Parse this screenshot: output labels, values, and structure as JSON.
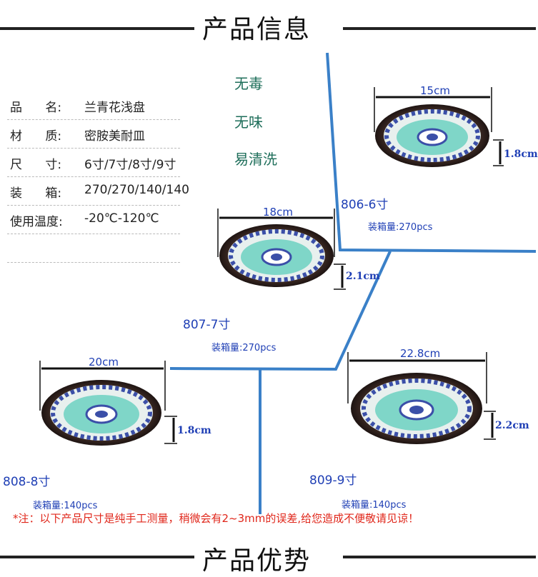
{
  "header": {
    "title": "产品信息"
  },
  "footer": {
    "title": "产品优势"
  },
  "info": [
    {
      "label": "品      名:",
      "value": "兰青花浅盘"
    },
    {
      "label": "材      质:",
      "value": "密胺美耐皿"
    },
    {
      "label": "尺      寸:",
      "value": "6寸/7寸/8寸/9寸"
    },
    {
      "label": "装      箱:",
      "value": "270/270/140/140"
    },
    {
      "label": "使用温度:",
      "value": "-20℃-120℃"
    }
  ],
  "features": [
    "无毒",
    "无味",
    "易清洗"
  ],
  "products": [
    {
      "code": "806-6寸",
      "width": "15cm",
      "height": "1.8cm",
      "pack": "装箱量:270pcs"
    },
    {
      "code": "807-7寸",
      "width": "18cm",
      "height": "2.1cm",
      "pack": "装箱量:270pcs"
    },
    {
      "code": "808-8寸",
      "width": "20cm",
      "height": "1.8cm",
      "pack": "装箱量:140pcs"
    },
    {
      "code": "809-9寸",
      "width": "22.8cm",
      "height": "2.2cm",
      "pack": "装箱量:140pcs"
    }
  ],
  "note": "*注：以下产品尺寸是纯手工测量，稍微会有2~3mm的误差,给您造成不便敬请见谅！",
  "colors": {
    "accent": "#1f3fb5",
    "divider": "#3a80c8",
    "feature": "#1e6e5a",
    "note": "#e0261a"
  }
}
